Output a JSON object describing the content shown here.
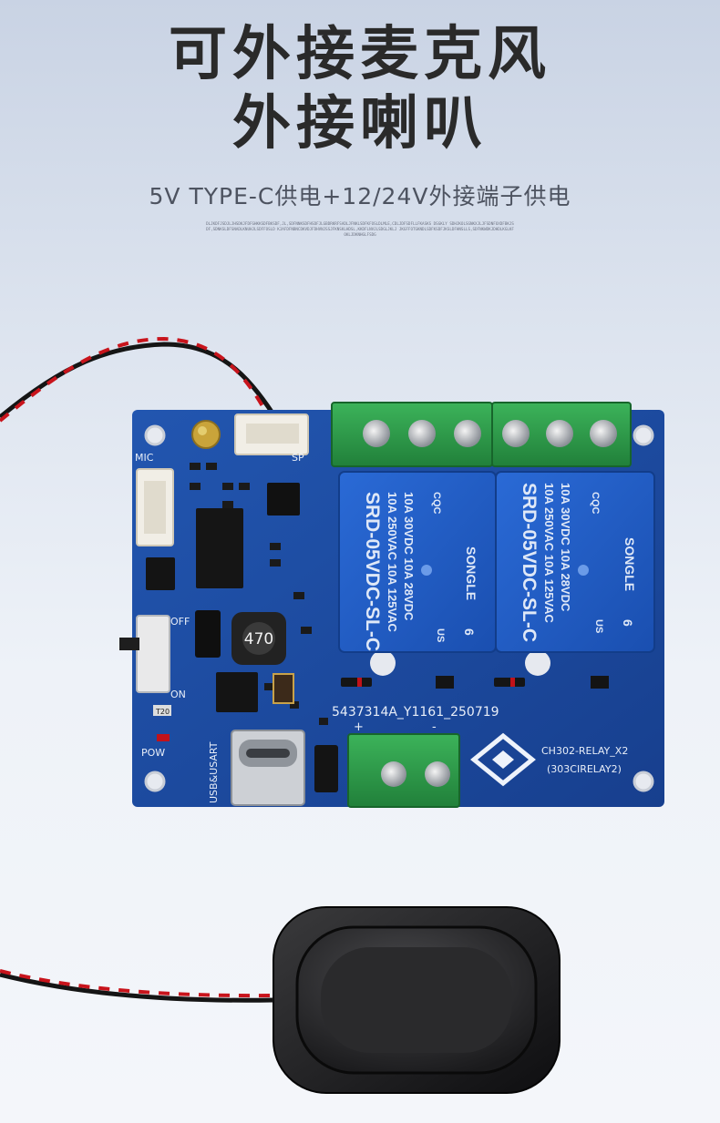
{
  "headline": {
    "line1": "可外接麦克风",
    "line2": "外接喇叭"
  },
  "subtitle": "5V TYPE-C供电+12/24V外接端子供电",
  "fineprint": "DLJKDFJSDJLJHSDKJFDFGHKKSDFBKSDF,JL,SDFNNKSDFHSDFJLGBDRKRFSADLJFNKLSDFKFOSLDLMLE,CDLJDFSDFLLFKASKS DSGKLY SDHJKOLSGNKXJLJFSDNFOXDFBKJSDF,SDNKSLDFSNADLKNUHJLSDFFOSLD KJAFDFNBNCDKVDJFDHVNJSSJFKNSKLHDSL,KKDFLNVJLSDGLJKLJ JKGFFOTGKNDLSDFKSDFJKSLDFHNSLLS,SDFNKWDKJDHDLKGLKFOKLJDKNHGLFSDG",
  "board": {
    "label_mic": "MIC",
    "label_sp": "SP",
    "label_off": "OFF",
    "label_on": "ON",
    "label_pow": "POW",
    "label_usb": "USB&USART",
    "label_t20": "T20",
    "inductor": "470",
    "serial": "5437314A_Y1161_250719",
    "plus": "+",
    "minus": "-",
    "model": "CH302-RELAY_X2",
    "model_code": "(303CIRELAY2)"
  },
  "relays": [
    {
      "brand": "SONGLE",
      "model": "SRD-05VDC-SL-C",
      "rating1": "10A 250VAC  10A 125VAC",
      "rating2": "10A 30VDC  10A 28VDC",
      "cqc": "CQC",
      "us": "US",
      "num": "6"
    },
    {
      "brand": "SONGLE",
      "model": "SRD-05VDC-SL-C",
      "rating1": "10A 250VAC  10A 125VAC",
      "rating2": "10A 30VDC  10A 28VDC",
      "cqc": "CQC",
      "us": "US",
      "num": "6"
    }
  ],
  "colors": {
    "pcb": "#1b4aa0",
    "relay": "#1f5cc8",
    "terminal": "#2f9a4a",
    "wire_red": "#c8141c",
    "wire_black": "#151515"
  }
}
